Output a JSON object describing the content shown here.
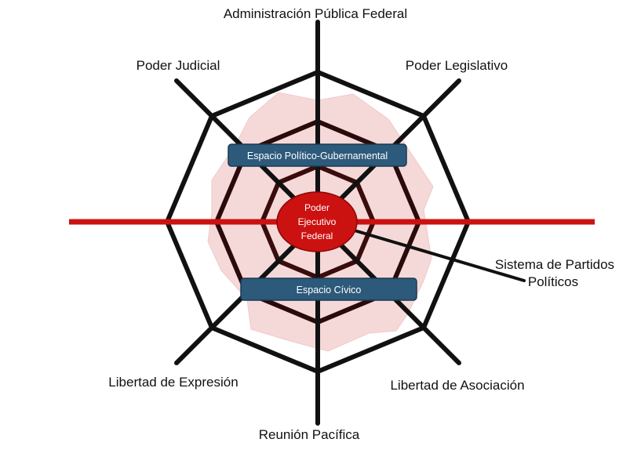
{
  "diagram": {
    "axes": [
      {
        "id": "top",
        "label": "Administración Pública Federal"
      },
      {
        "id": "top-right",
        "label": "Poder Legislativo"
      },
      {
        "id": "top-left",
        "label": "Poder Judicial"
      },
      {
        "id": "bottom-left",
        "label": "Libertad de Expresión"
      },
      {
        "id": "bottom-right",
        "label": "Libertad de Asociación"
      },
      {
        "id": "bottom",
        "label": "Reunión Pacífica"
      }
    ],
    "center": {
      "line1": "Poder",
      "line2": "Ejecutivo",
      "line3": "Federal"
    },
    "boxes": {
      "upper": "Espacio Político-Gubernamental",
      "lower": "Espacio Cívico"
    },
    "connector": {
      "line1": "Sistema de Partidos",
      "line2": "Políticos"
    },
    "colors": {
      "web": "#111111",
      "inner_web": "#3a0c0c",
      "horizontal_line": "#cc1111",
      "pink_area": "#f5d9d9",
      "center_circle": "#cc1111",
      "box_fill": "#2d5a7b"
    }
  }
}
